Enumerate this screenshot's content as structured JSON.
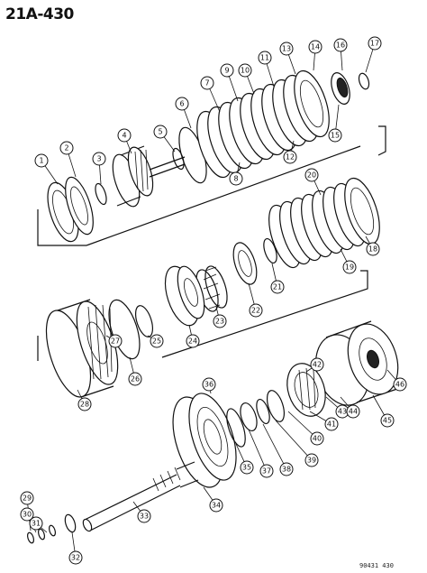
{
  "header": {
    "ref": "21A-430"
  },
  "footer": {
    "code": "90431 430"
  },
  "callouts": [
    {
      "id": "c1",
      "label": "1"
    },
    {
      "id": "c2",
      "label": "2"
    },
    {
      "id": "c3",
      "label": "3"
    },
    {
      "id": "c4",
      "label": "4"
    },
    {
      "id": "c5",
      "label": "5"
    },
    {
      "id": "c6",
      "label": "6"
    },
    {
      "id": "c7",
      "label": "7"
    },
    {
      "id": "c8",
      "label": "8"
    },
    {
      "id": "c9",
      "label": "9"
    },
    {
      "id": "c10",
      "label": "10"
    },
    {
      "id": "c11",
      "label": "11"
    },
    {
      "id": "c12",
      "label": "12"
    },
    {
      "id": "c13",
      "label": "13"
    },
    {
      "id": "c14",
      "label": "14"
    },
    {
      "id": "c15",
      "label": "15"
    },
    {
      "id": "c16",
      "label": "16"
    },
    {
      "id": "c17",
      "label": "17"
    },
    {
      "id": "c18",
      "label": "18"
    },
    {
      "id": "c19",
      "label": "19"
    },
    {
      "id": "c20",
      "label": "20"
    },
    {
      "id": "c21",
      "label": "21"
    },
    {
      "id": "c22",
      "label": "22"
    },
    {
      "id": "c23",
      "label": "23"
    },
    {
      "id": "c24",
      "label": "24"
    },
    {
      "id": "c25",
      "label": "25"
    },
    {
      "id": "c26",
      "label": "26"
    },
    {
      "id": "c27",
      "label": "27"
    },
    {
      "id": "c28",
      "label": "28"
    },
    {
      "id": "c29",
      "label": "29"
    },
    {
      "id": "c30",
      "label": "30"
    },
    {
      "id": "c31",
      "label": "31"
    },
    {
      "id": "c32",
      "label": "32"
    },
    {
      "id": "c33",
      "label": "33"
    },
    {
      "id": "c34",
      "label": "34"
    },
    {
      "id": "c35",
      "label": "35"
    },
    {
      "id": "c36",
      "label": "36"
    },
    {
      "id": "c37",
      "label": "37"
    },
    {
      "id": "c38",
      "label": "38"
    },
    {
      "id": "c39",
      "label": "39"
    },
    {
      "id": "c40",
      "label": "40"
    },
    {
      "id": "c41",
      "label": "41"
    },
    {
      "id": "c42",
      "label": "42"
    },
    {
      "id": "c43",
      "label": "43"
    },
    {
      "id": "c44",
      "label": "44"
    },
    {
      "id": "c45",
      "label": "45"
    },
    {
      "id": "c46",
      "label": "46"
    }
  ]
}
